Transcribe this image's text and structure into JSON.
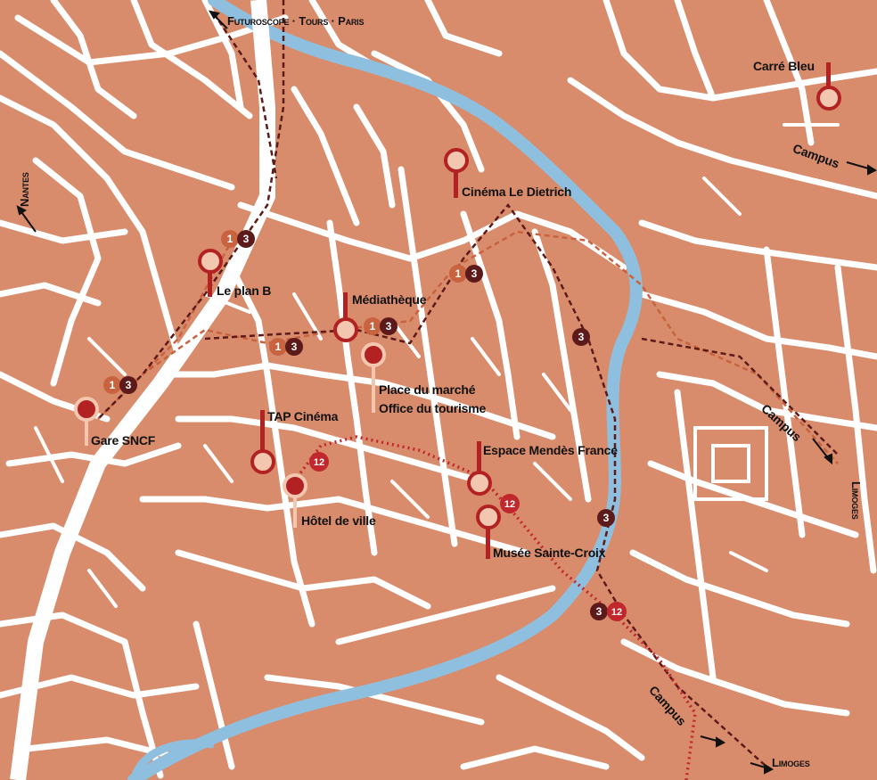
{
  "colors": {
    "background": "#d98c6c",
    "streets": "#ffffff",
    "river": "#8fbfdf",
    "poi_dark": "#b22222",
    "poi_light": "#f3c6b0",
    "line_1": "#c8623f",
    "line_3": "#5c1a1a",
    "line_12": "#c0282d"
  },
  "directions": {
    "north": "Futuroscope · Tours · Paris",
    "west": "Nantes",
    "east": "Limoges",
    "south": "Limoges"
  },
  "campus": {
    "label": "Campus"
  },
  "pois": {
    "carre_bleu": "Carré Bleu",
    "cinema_dietrich": "Cinéma Le Dietrich",
    "plan_b": "Le plan B",
    "mediatheque": "Médiathèque",
    "place_marche": "Place du marché",
    "office_tourisme": "Office du tourisme",
    "gare": "Gare SNCF",
    "tap": "TAP Cinéma",
    "hotel_ville": "Hôtel de ville",
    "mendes_france": "Espace Mendès France",
    "sainte_croix": "Musée Sainte-Croix"
  },
  "bus_lines": {
    "one": "1",
    "three": "3",
    "twelve": "12"
  }
}
